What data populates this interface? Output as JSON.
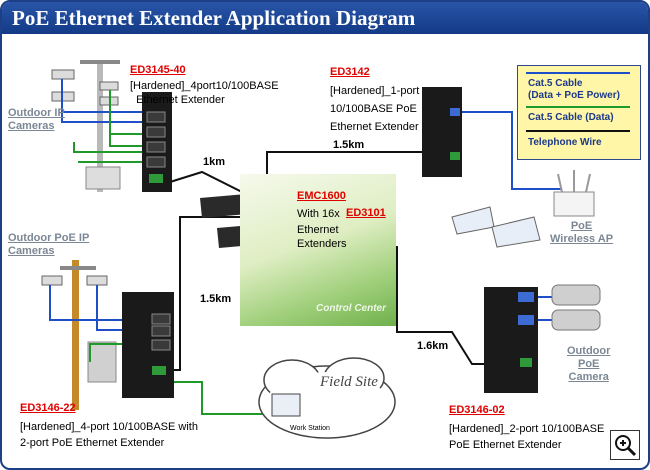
{
  "title": "PoE Ethernet Extender Application Diagram",
  "colors": {
    "title_bg": "#1d3f86",
    "poe_cable": "#1f4fc8",
    "data_cable": "#1e9a2a",
    "phone_wire": "#111111",
    "model_code": "#e00000"
  },
  "legend": {
    "poe": "Cat.5 Cable\n(Data + PoE Power)",
    "data": "Cat.5 Cable (Data)",
    "phone": "Telephone Wire"
  },
  "devices": {
    "ed3145": {
      "code": "ED3145-40",
      "desc": "[Hardened]_4port10/100BASE\n  Ethernet Extender"
    },
    "ed3142": {
      "code": "ED3142",
      "desc": "[Hardened]_1-port\n10/100BASE PoE\nEthernet Extender"
    },
    "emc1600": {
      "code": "EMC1600",
      "with": "With 16x",
      "code2": "ED3101",
      "desc": "Ethernet\nExtenders"
    },
    "ed3146_22": {
      "code": "ED3146-22",
      "desc": "[Hardened]_4-port 10/100BASE with\n2-port PoE Ethernet Extender"
    },
    "ed3146_02": {
      "code": "ED3146-02",
      "desc": "[Hardened]_2-port 10/100BASE\nPoE Ethernet Extender"
    }
  },
  "labels": {
    "outdoor_ip": "Outdoor IP\nCameras",
    "outdoor_poe_ip": "Outdoor PoE IP\nCameras",
    "poe_wireless": "PoE\nWireless AP",
    "outdoor_poe_cam": "Outdoor\nPoE\nCamera",
    "field_site": "Field Site",
    "work_station": "Work Station",
    "control_center": "Control Center"
  },
  "distances": {
    "d1": "1km",
    "d2": "1.5km",
    "d3": "1.5km",
    "d4": "1.6km"
  }
}
